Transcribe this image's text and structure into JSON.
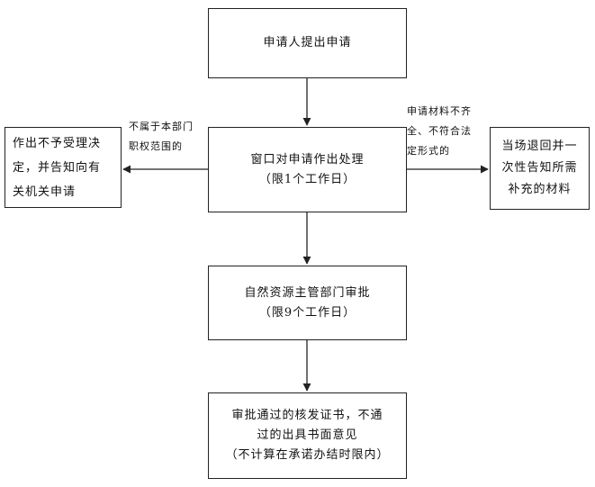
{
  "nodes": {
    "apply": [
      "申请人提出申请"
    ],
    "window": [
      "窗口对申请作出处理",
      "（限1个工作日）"
    ],
    "reject": [
      "作出不予受理决",
      "定，并告知向有",
      "关机关申请"
    ],
    "returned": [
      "当场退回并一",
      "次性告知所需",
      "补充的材料"
    ],
    "review": [
      "自然资源主管部门审批",
      "（限9个工作日）"
    ],
    "result": [
      "审批通过的核发证书，不通",
      "过的出具书面意见",
      "（不计算在承诺办结时限内）"
    ]
  },
  "edges": {
    "left_label": [
      "不属于本部门",
      "职权范围的"
    ],
    "right_label": [
      "申请材料不齐",
      "全、不符合法",
      "定形式的"
    ]
  }
}
